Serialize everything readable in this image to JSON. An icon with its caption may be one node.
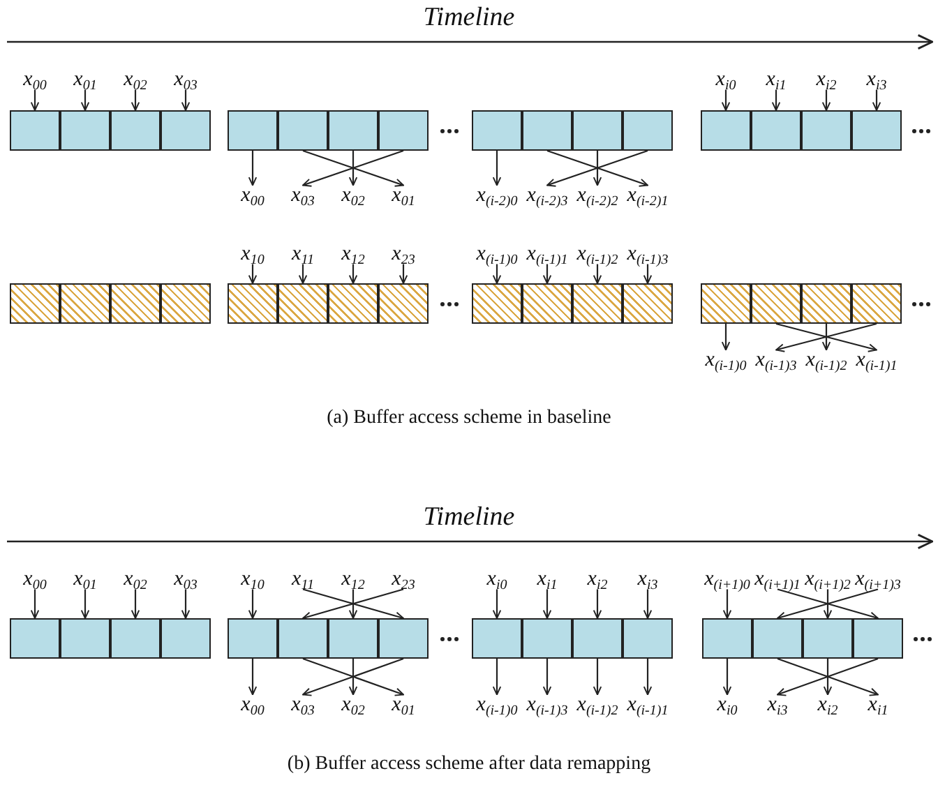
{
  "diagram": {
    "nodes": [
      {
        "text": [
          "x$_{00}$"
        ]
      },
      {
        "text": [
          "x$_{01}$"
        ]
      },
      {
        "text": [
          "x$_{02}$"
        ]
      },
      {
        "text": [
          "x$_{03}$"
        ]
      },
      {
        "text": [
          "x$_{i0}$"
        ]
      },
      {
        "text": [
          "x$_{i1}$"
        ]
      },
      {
        "text": [
          "x$_{i2}$"
        ]
      },
      {
        "text": [
          "x$_{i3}$"
        ]
      },
      {
        "text": [],
        "shape": "box"
      },
      {
        "text": [],
        "shape": "box"
      },
      {
        "text": [],
        "shape": "box"
      },
      {
        "text": [],
        "shape": "box"
      },
      {
        "text": [],
        "shape": "box"
      },
      {
        "text": [],
        "shape": "box"
      },
      {
        "text": [],
        "shape": "box"
      },
      {
        "text": [],
        "shape": "box"
      },
      {
        "text": [],
        "shape": "box"
      },
      {
        "text": [],
        "shape": "box"
      },
      {
        "text": [],
        "shape": "box"
      },
      {
        "text": [],
        "shape": "box"
      },
      {
        "text": [],
        "shape": "box"
      },
      {
        "text": [],
        "shape": "box"
      },
      {
        "text": [],
        "shape": "box"
      },
      {
        "text": [],
        "shape": "box"
      },
      {
        "text": [
          "x$_{00}$"
        ]
      },
      {
        "text": [
          "x$_{03}$"
        ]
      },
      {
        "text": [
          "x$_{02}$"
        ]
      },
      {
        "text": [
          "x$_{01}$"
        ]
      },
      {
        "text": [
          "x$_{(i-2)0}$"
        ]
      },
      {
        "text": [
          "x$_{(i-2)3}$"
        ]
      },
      {
        "text": [
          "x$_{(i-2)2}$"
        ]
      },
      {
        "text": [
          "x$_{(i-2)1}$"
        ]
      },
      {
        "text": [
          "x$_{10}$"
        ]
      },
      {
        "text": [
          "x$_{11}$"
        ]
      },
      {
        "text": [
          "x$_{12}$"
        ]
      },
      {
        "text": [
          "x$_{23}$"
        ]
      },
      {
        "text": [
          "x$_{(i-1)0}$"
        ]
      },
      {
        "text": [
          "x$_{(i-1)1}$"
        ]
      },
      {
        "text": [
          "x$_{(i-1)2}$"
        ]
      },
      {
        "text": [
          "x$_{(i-1)3}$"
        ]
      },
      {
        "text": [],
        "shape": "box"
      },
      {
        "text": [],
        "shape": "box"
      },
      {
        "text": [],
        "shape": "box"
      },
      {
        "text": [],
        "shape": "box"
      },
      {
        "text": [],
        "shape": "box"
      },
      {
        "text": [],
        "shape": "box"
      },
      {
        "text": [],
        "shape": "box"
      },
      {
        "text": [],
        "shape": "box"
      },
      {
        "text": [],
        "shape": "box"
      },
      {
        "text": [],
        "shape": "box"
      },
      {
        "text": [],
        "shape": "box"
      },
      {
        "text": [],
        "shape": "box"
      },
      {
        "text": [],
        "shape": "box"
      },
      {
        "text": [],
        "shape": "box"
      },
      {
        "text": [],
        "shape": "box"
      },
      {
        "text": [],
        "shape": "box"
      },
      {
        "text": [
          "x$_{(i-1)0}$"
        ]
      },
      {
        "text": [
          "x$_{(i-1)3}$"
        ]
      },
      {
        "text": [
          "x$_{(i-1)2}$"
        ]
      },
      {
        "text": [
          "x$_{(i-1)1}$"
        ]
      },
      {
        "text": [
          "x$_{00}$"
        ]
      },
      {
        "text": [
          "x$_{01}$"
        ]
      },
      {
        "text": [
          "x$_{02}$"
        ]
      },
      {
        "text": [
          "x$_{03}$"
        ]
      },
      {
        "text": [
          "x$_{10}$"
        ]
      },
      {
        "text": [
          "x$_{11}$"
        ]
      },
      {
        "text": [
          "x$_{12}$"
        ]
      },
      {
        "text": [
          "x$_{23}$"
        ]
      },
      {
        "text": [
          "x$_{i0}$"
        ]
      },
      {
        "text": [
          "x$_{i1}$"
        ]
      },
      {
        "text": [
          "x$_{i2}$"
        ]
      },
      {
        "text": [
          "x$_{i3}$"
        ]
      },
      {
        "text": [
          "x$_{(i+1)0}$"
        ]
      },
      {
        "text": [
          "x$_{(i+1)1}$"
        ]
      },
      {
        "text": [
          "x$_{(i+1)2}$"
        ]
      },
      {
        "text": [
          "x$_{(i+1)3}$"
        ]
      },
      {
        "text": [],
        "shape": "box"
      },
      {
        "text": [],
        "shape": "box"
      },
      {
        "text": [],
        "shape": "box"
      },
      {
        "text": [],
        "shape": "box"
      },
      {
        "text": [],
        "shape": "box"
      },
      {
        "text": [],
        "shape": "box"
      },
      {
        "text": [],
        "shape": "box"
      },
      {
        "text": [],
        "shape": "box"
      },
      {
        "text": [],
        "shape": "box"
      },
      {
        "text": [],
        "shape": "box"
      },
      {
        "text": [],
        "shape": "box"
      },
      {
        "text": [],
        "shape": "box"
      },
      {
        "text": [],
        "shape": "box"
      },
      {
        "text": [],
        "shape": "box"
      },
      {
        "text": [],
        "shape": "box"
      },
      {
        "text": [],
        "shape": "box"
      },
      {
        "text": [
          "x$_{00}$"
        ]
      },
      {
        "text": [
          "x$_{03}$"
        ]
      },
      {
        "text": [
          "x$_{02}$"
        ]
      },
      {
        "text": [
          "x$_{01}$"
        ]
      },
      {
        "text": [
          "x$_{(i-1)0}$"
        ]
      },
      {
        "text": [
          "x$_{(i-1)3}$"
        ]
      },
      {
        "text": [
          "x$_{(i-1)2}$"
        ]
      },
      {
        "text": [
          "x$_{(i-1)1}$"
        ]
      },
      {
        "text": [
          "x$_{i0}$"
        ]
      },
      {
        "text": [
          "x$_{i3}$"
        ]
      },
      {
        "text": [
          "x$_{i2}$"
        ]
      },
      {
        "text": [
          "x$_{i1}$"
        ]
      }
    ],
    "edges": [
      {
        "from": 0,
        "to": 8,
        "arrow": "to"
      },
      {
        "from": 1,
        "to": 9,
        "arrow": "to"
      },
      {
        "from": 2,
        "to": 10,
        "arrow": "to"
      },
      {
        "from": 3,
        "to": 11,
        "arrow": "to"
      },
      {
        "from": 4,
        "to": 20,
        "arrow": "to"
      },
      {
        "from": 5,
        "to": 21,
        "arrow": "to"
      },
      {
        "from": 6,
        "to": 22,
        "arrow": "to"
      },
      {
        "from": 7,
        "to": 23,
        "arrow": "to"
      },
      {
        "from": 12,
        "to": 24,
        "arrow": "to"
      },
      {
        "from": 13,
        "to": 27,
        "arrow": "to"
      },
      {
        "from": 14,
        "to": 26,
        "arrow": "to"
      },
      {
        "from": 15,
        "to": 25,
        "arrow": "to"
      },
      {
        "from": 16,
        "to": 28,
        "arrow": "to"
      },
      {
        "from": 17,
        "to": 31,
        "arrow": "to"
      },
      {
        "from": 18,
        "to": 30,
        "arrow": "to"
      },
      {
        "from": 19,
        "to": 29,
        "arrow": "to"
      },
      {
        "from": 32,
        "to": 44,
        "arrow": "to"
      },
      {
        "from": 33,
        "to": 45,
        "arrow": "to"
      },
      {
        "from": 34,
        "to": 46,
        "arrow": "to"
      },
      {
        "from": 35,
        "to": 47,
        "arrow": "to"
      },
      {
        "from": 36,
        "to": 48,
        "arrow": "to"
      },
      {
        "from": 37,
        "to": 49,
        "arrow": "to"
      },
      {
        "from": 38,
        "to": 50,
        "arrow": "to"
      },
      {
        "from": 39,
        "to": 51,
        "arrow": "to"
      },
      {
        "from": 52,
        "to": 56,
        "arrow": "to"
      },
      {
        "from": 53,
        "to": 59,
        "arrow": "to"
      },
      {
        "from": 54,
        "to": 58,
        "arrow": "to"
      },
      {
        "from": 55,
        "to": 57,
        "arrow": "to"
      },
      {
        "from": 60,
        "to": 76,
        "arrow": "to"
      },
      {
        "from": 61,
        "to": 77,
        "arrow": "to"
      },
      {
        "from": 62,
        "to": 78,
        "arrow": "to"
      },
      {
        "from": 63,
        "to": 79,
        "arrow": "to"
      },
      {
        "from": 64,
        "to": 80,
        "arrow": "to"
      },
      {
        "from": 65,
        "to": 83,
        "arrow": "to"
      },
      {
        "from": 66,
        "to": 82,
        "arrow": "to"
      },
      {
        "from": 67,
        "to": 81,
        "arrow": "to"
      },
      {
        "from": 68,
        "to": 84,
        "arrow": "to"
      },
      {
        "from": 69,
        "to": 85,
        "arrow": "to"
      },
      {
        "from": 70,
        "to": 86,
        "arrow": "to"
      },
      {
        "from": 71,
        "to": 87,
        "arrow": "to"
      },
      {
        "from": 72,
        "to": 88,
        "arrow": "to"
      },
      {
        "from": 73,
        "to": 91,
        "arrow": "to"
      },
      {
        "from": 74,
        "to": 90,
        "arrow": "to"
      },
      {
        "from": 75,
        "to": 89,
        "arrow": "to"
      },
      {
        "from": 80,
        "to": 92,
        "arrow": "to"
      },
      {
        "from": 81,
        "to": 95,
        "arrow": "to"
      },
      {
        "from": 82,
        "to": 94,
        "arrow": "to"
      },
      {
        "from": 83,
        "to": 93,
        "arrow": "to"
      },
      {
        "from": 84,
        "to": 96,
        "arrow": "to"
      },
      {
        "from": 85,
        "to": 97,
        "arrow": "to"
      },
      {
        "from": 86,
        "to": 98,
        "arrow": "to"
      },
      {
        "from": 87,
        "to": 99,
        "arrow": "to"
      },
      {
        "from": 88,
        "to": 100,
        "arrow": "to"
      },
      {
        "from": 89,
        "to": 103,
        "arrow": "to"
      },
      {
        "from": 90,
        "to": 102,
        "arrow": "to"
      },
      {
        "from": 91,
        "to": 101,
        "arrow": "to"
      }
    ],
    "labels": [
      "Timeline",
      "(a) Buffer access scheme in baseline",
      "Timeline",
      "(b) Buffer access scheme after data remapping"
    ]
  }
}
